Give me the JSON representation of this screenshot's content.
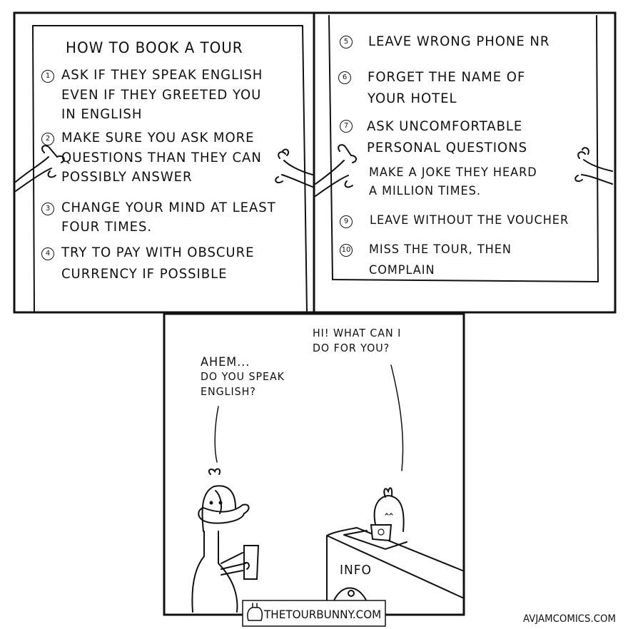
{
  "panel1": {
    "title": "HOW TO BOOK A TOUR",
    "items": [
      {
        "num": "1",
        "lines": [
          "ASK IF THEY SPEAK ENGLISH",
          "EVEN IF THEY GREETED YOU",
          "IN ENGLISH"
        ]
      },
      {
        "num": "2",
        "lines": [
          "MAKE SURE YOU ASK MORE",
          "QUESTIONS THAN THEY CAN",
          "POSSIBLY ANSWER"
        ]
      },
      {
        "num": "3",
        "lines": [
          "CHANGE YOUR MIND AT LEAST",
          "FOUR TIMES."
        ]
      },
      {
        "num": "4",
        "lines": [
          "TRY TO PAY WITH OBSCURE",
          "CURRENCY IF POSSIBLE"
        ]
      }
    ]
  },
  "panel2": {
    "items": [
      {
        "num": "5",
        "lines": [
          "LEAVE WRONG PHONE NR"
        ]
      },
      {
        "num": "6",
        "lines": [
          "FORGET THE NAME OF",
          "YOUR HOTEL"
        ]
      },
      {
        "num": "7",
        "lines": [
          "ASK UNCOMFORTABLE",
          "PERSONAL QUESTIONS"
        ]
      },
      {
        "num": "",
        "lines": [
          "MAKE A JOKE THEY HEARD",
          "A MILLION TIMES."
        ]
      },
      {
        "num": "9",
        "lines": [
          "LEAVE WITHOUT THE VOUCHER"
        ]
      },
      {
        "num": "10",
        "lines": [
          "MISS THE TOUR, THEN",
          "COMPLAIN"
        ]
      }
    ]
  },
  "panel3": {
    "speech_left": [
      "AHEM...",
      "DO YOU SPEAK",
      "ENGLISH?"
    ],
    "speech_right": [
      "HI! WHAT CAN I",
      "DO FOR YOU?"
    ],
    "desk_label": "INFO",
    "laptop_logo_icon": "peace-icon"
  },
  "footer": {
    "site_badge": "THETOURBUNNY.COM",
    "credit": "AVJAMCOMICS.COM"
  }
}
